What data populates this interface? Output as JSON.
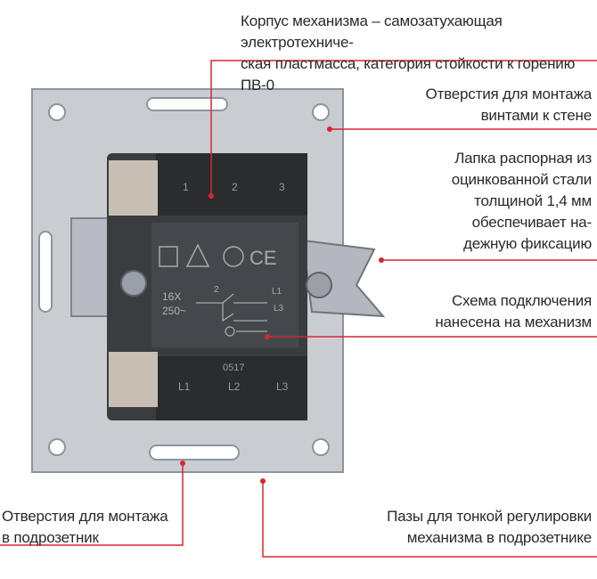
{
  "colors": {
    "leader": "#d7262e",
    "plate": "#c9cdd2",
    "plate_edge": "#8e949b",
    "body": "#3a3d40",
    "body_dark": "#2a2c2e",
    "terminal": "#c8bfb4"
  },
  "callouts": {
    "housing": [
      "Корпус механизма – самозатухающая электротехниче-",
      "ская пластмасса, категория стойкости к горению ПВ-0"
    ],
    "screw_holes": [
      "Отверстия для монтажа",
      "винтами к стене"
    ],
    "spreader": [
      "Лапка распорная из",
      "оцинкованной стали",
      "толщиной 1,4 мм",
      "обеспечивает на-",
      "дежную фиксацию"
    ],
    "wiring_diagram": [
      "Схема подключения",
      "нанесена на механизм"
    ],
    "box_holes": [
      "Отверстия для монтажа",
      "в подрозетник"
    ],
    "slots": [
      "Пазы для тонкой регулировки",
      "механизма в подрозетнике"
    ]
  },
  "device_markings": {
    "top_terminals": [
      "1",
      "2",
      "3"
    ],
    "rating_current": "16X",
    "rating_voltage": "250~",
    "bottom_terminals": [
      "L1",
      "L2",
      "L3"
    ],
    "date_code": "0517",
    "diagram_labels": [
      "2",
      "L1",
      "L3"
    ]
  }
}
